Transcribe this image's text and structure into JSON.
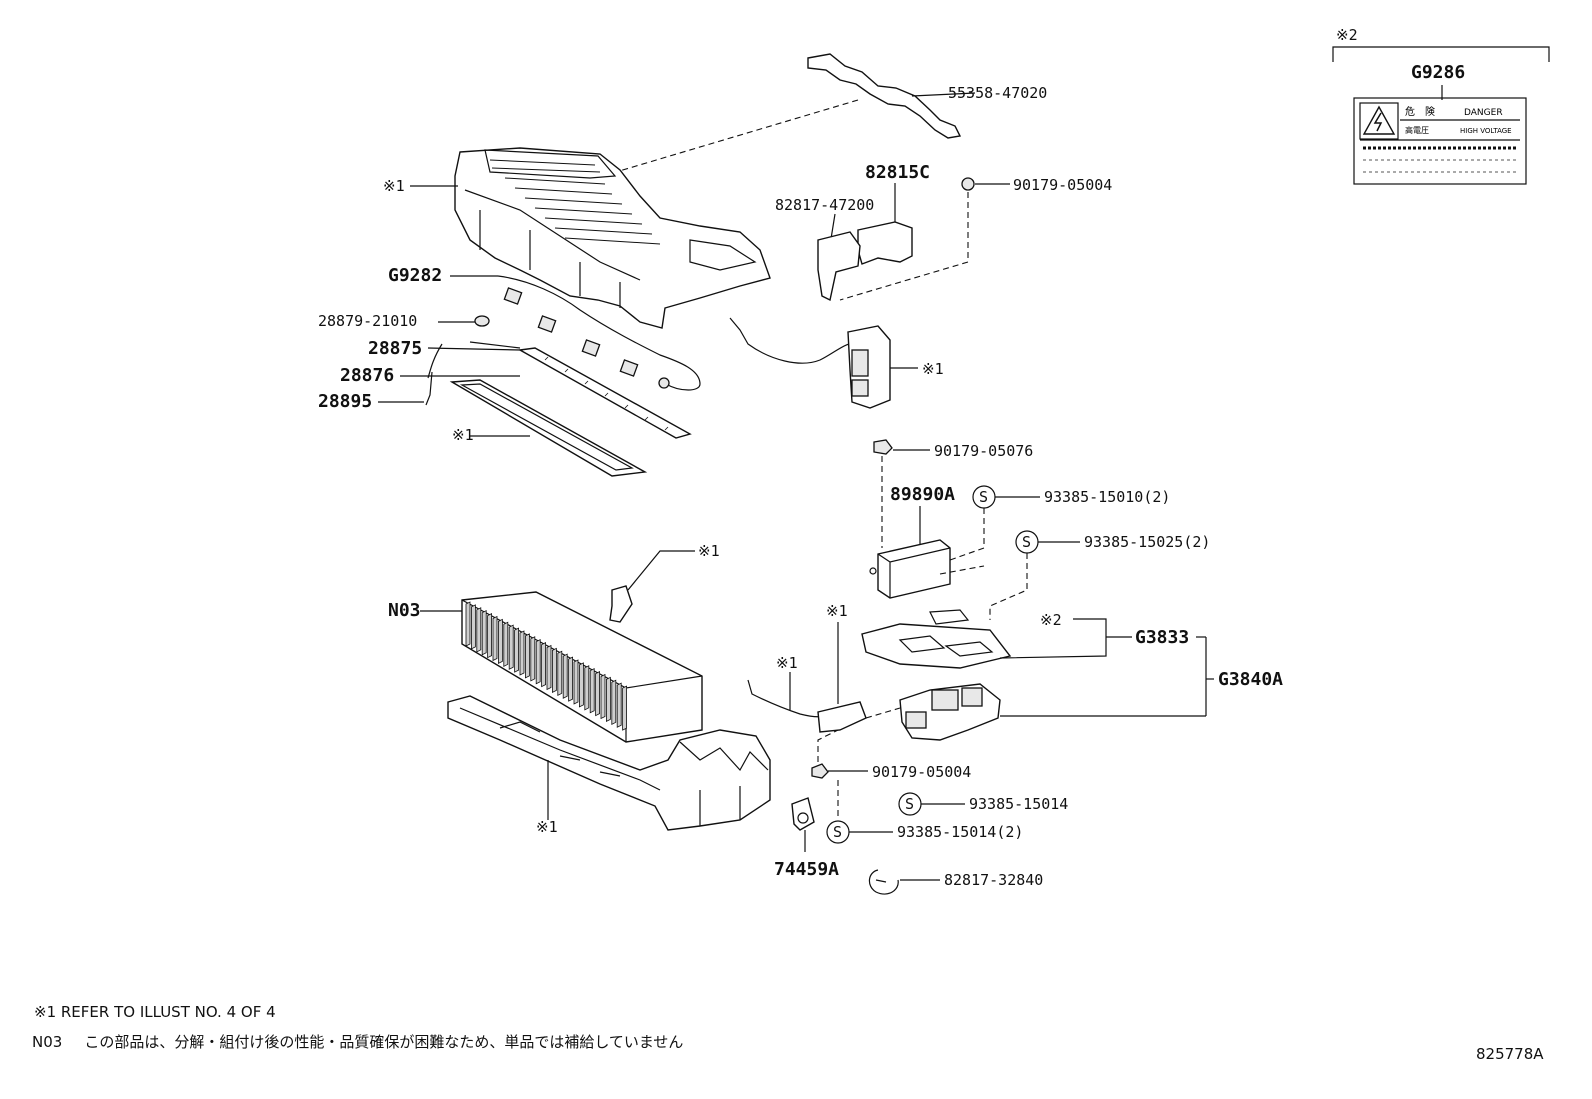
{
  "labels": {
    "p55358": "55358-47020",
    "ref1_cover": "※1",
    "p82815c": "82815C",
    "p90179_05004_top": "90179-05004",
    "p82817_47200": "82817-47200",
    "g9282": "G9282",
    "p28879": "28879-21010",
    "p28875": "28875",
    "p28876": "28876",
    "p28895": "28895",
    "ref1_strip": "※1",
    "ref1_bracket_right": "※1",
    "p90179_05076": "90179-05076",
    "p89890a": "89890A",
    "p93385_15010": "93385-15010(2)",
    "p93385_15025": "93385-15025(2)",
    "ref1_small_bracket": "※1",
    "n03": "N03",
    "ref1_wire_a": "※1",
    "ref1_wire_b": "※1",
    "ref2_label": "※2",
    "g3833": "G3833",
    "g3840a": "G3840A",
    "p90179_05004_bot": "90179-05004",
    "p93385_15014": "93385-15014",
    "p93385_15014_2": "93385-15014(2)",
    "ref1_tray": "※1",
    "p74459a": "74459A",
    "p82817_32840": "82817-32840",
    "s_symbol": "S"
  },
  "inset": {
    "ref": "※2",
    "part": "G9286",
    "warn_jp": "危　険",
    "warn_en": "DANGER",
    "sub_jp": "高電圧",
    "sub_en": "HIGH VOLTAGE"
  },
  "notes": {
    "note1": "※1 REFER TO ILLUST NO. 4 OF 4",
    "note2_code": "N03",
    "note2_text": "この部品は、分解・組付け後の性能・品質確保が困難なため、単品では補給していません"
  },
  "figure_id": "825778A"
}
